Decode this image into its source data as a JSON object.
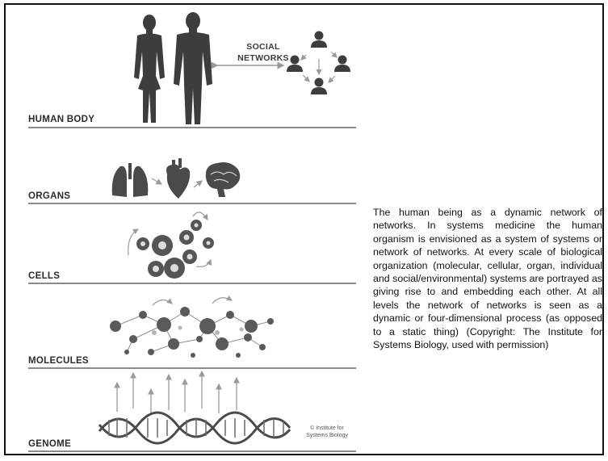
{
  "levels": {
    "human_body": "HUMAN BODY",
    "organs": "ORGANS",
    "cells": "CELLS",
    "molecules": "MOLECULES",
    "genome": "GENOME"
  },
  "social_networks": {
    "line1": "SOCIAL",
    "line2": "NETWORKS"
  },
  "credit": {
    "line1": "© Institute for",
    "line2": "Systems Biology"
  },
  "caption": "The human being as a dynamic network of networks. In systems medicine the human organism is envisioned as a system of systems or network of networks. At every scale of biological organization (molecular, cellular, organ, individual and social/environmental) systems are portrayed as giving rise to and embedding each other. At all levels the network of networks is seen as a dynamic or four-dimensional process (as opposed to a static thing) (Copyright: The Institute for Systems Biology, used with permission)",
  "colors": {
    "ink": "#3d3d3d",
    "rule": "#8a8a8a",
    "arrow": "#9a9a9a"
  }
}
